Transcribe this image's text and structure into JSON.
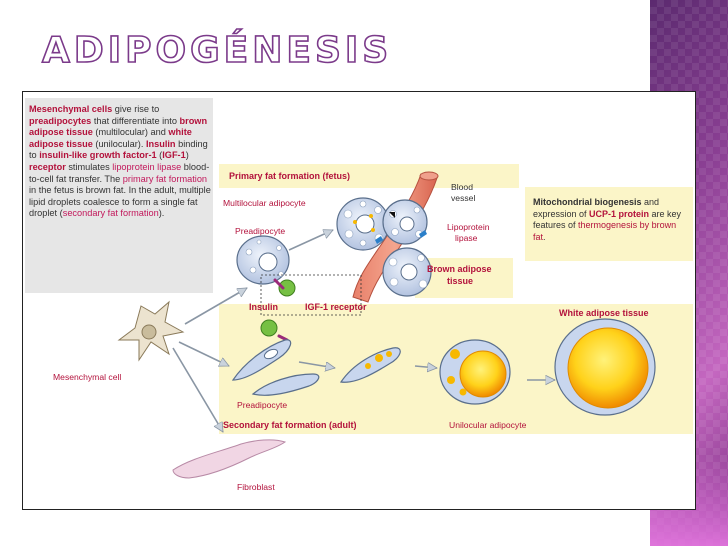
{
  "slide": {
    "title": "ADIPOGÉNESIS"
  },
  "description": {
    "p1": "Mesenchymal cells",
    "p2": " give rise to ",
    "p3": "preadipocytes",
    "p4": " that differentiate into ",
    "p5": "brown adipose tissue",
    "p6": " (multilocular) and ",
    "p7": "white adipose tissue",
    "p8": " (unilocular). ",
    "p9": "Insulin",
    "p10": " binding to ",
    "p11": "insulin-like growth factor-1",
    "p12": " (",
    "p13": "IGF-1",
    "p14": ") ",
    "p15": "receptor",
    "p16": " stimulates ",
    "p17": "lipoprotein lipase",
    "p18": " blood-to-cell fat transfer. The ",
    "p19": "primary fat formation",
    "p20": " in the fetus is brown fat. In the adult, multiple lipid droplets coalesce to form a single fat droplet (",
    "p21": "secondary fat formation",
    "p22": ")."
  },
  "labels": {
    "primary_title": "Primary fat formation (fetus)",
    "multilocular": "Multilocular adipocyte",
    "preadipocyte_top": "Preadipocyte",
    "blood_vessel_1": "Blood",
    "blood_vessel_2": "vessel",
    "lipoprotein_1": "Lipoprotein",
    "lipoprotein_2": "lipase",
    "brown_1": "Brown adipose",
    "brown_2": "tissue",
    "insulin": "Insulin",
    "igf1": "IGF-1 receptor",
    "mesenchymal": "Mesenchymal cell",
    "preadipocyte_bottom": "Preadipocyte",
    "secondary_title": "Secondary fat formation (adult)",
    "unilocular": "Unilocular adipocyte",
    "white_title": "White adipose tissue",
    "fibroblast": "Fibroblast"
  },
  "mito": {
    "m1": "Mitochondrial biogenesis",
    "m2": " and expression of ",
    "m3": "UCP-1 protein",
    "m4": " are key features of ",
    "m5": "thermogenesis by brown fat",
    "m6": "."
  },
  "colors": {
    "accent_red": "#b3123c",
    "title_outline": "#7b3a8a",
    "panel_yellow": "#fbf5c8",
    "desc_bg": "#e6e6e6",
    "cell_blue": "#c8d6ee",
    "fat_yellow": "#f7b800"
  }
}
